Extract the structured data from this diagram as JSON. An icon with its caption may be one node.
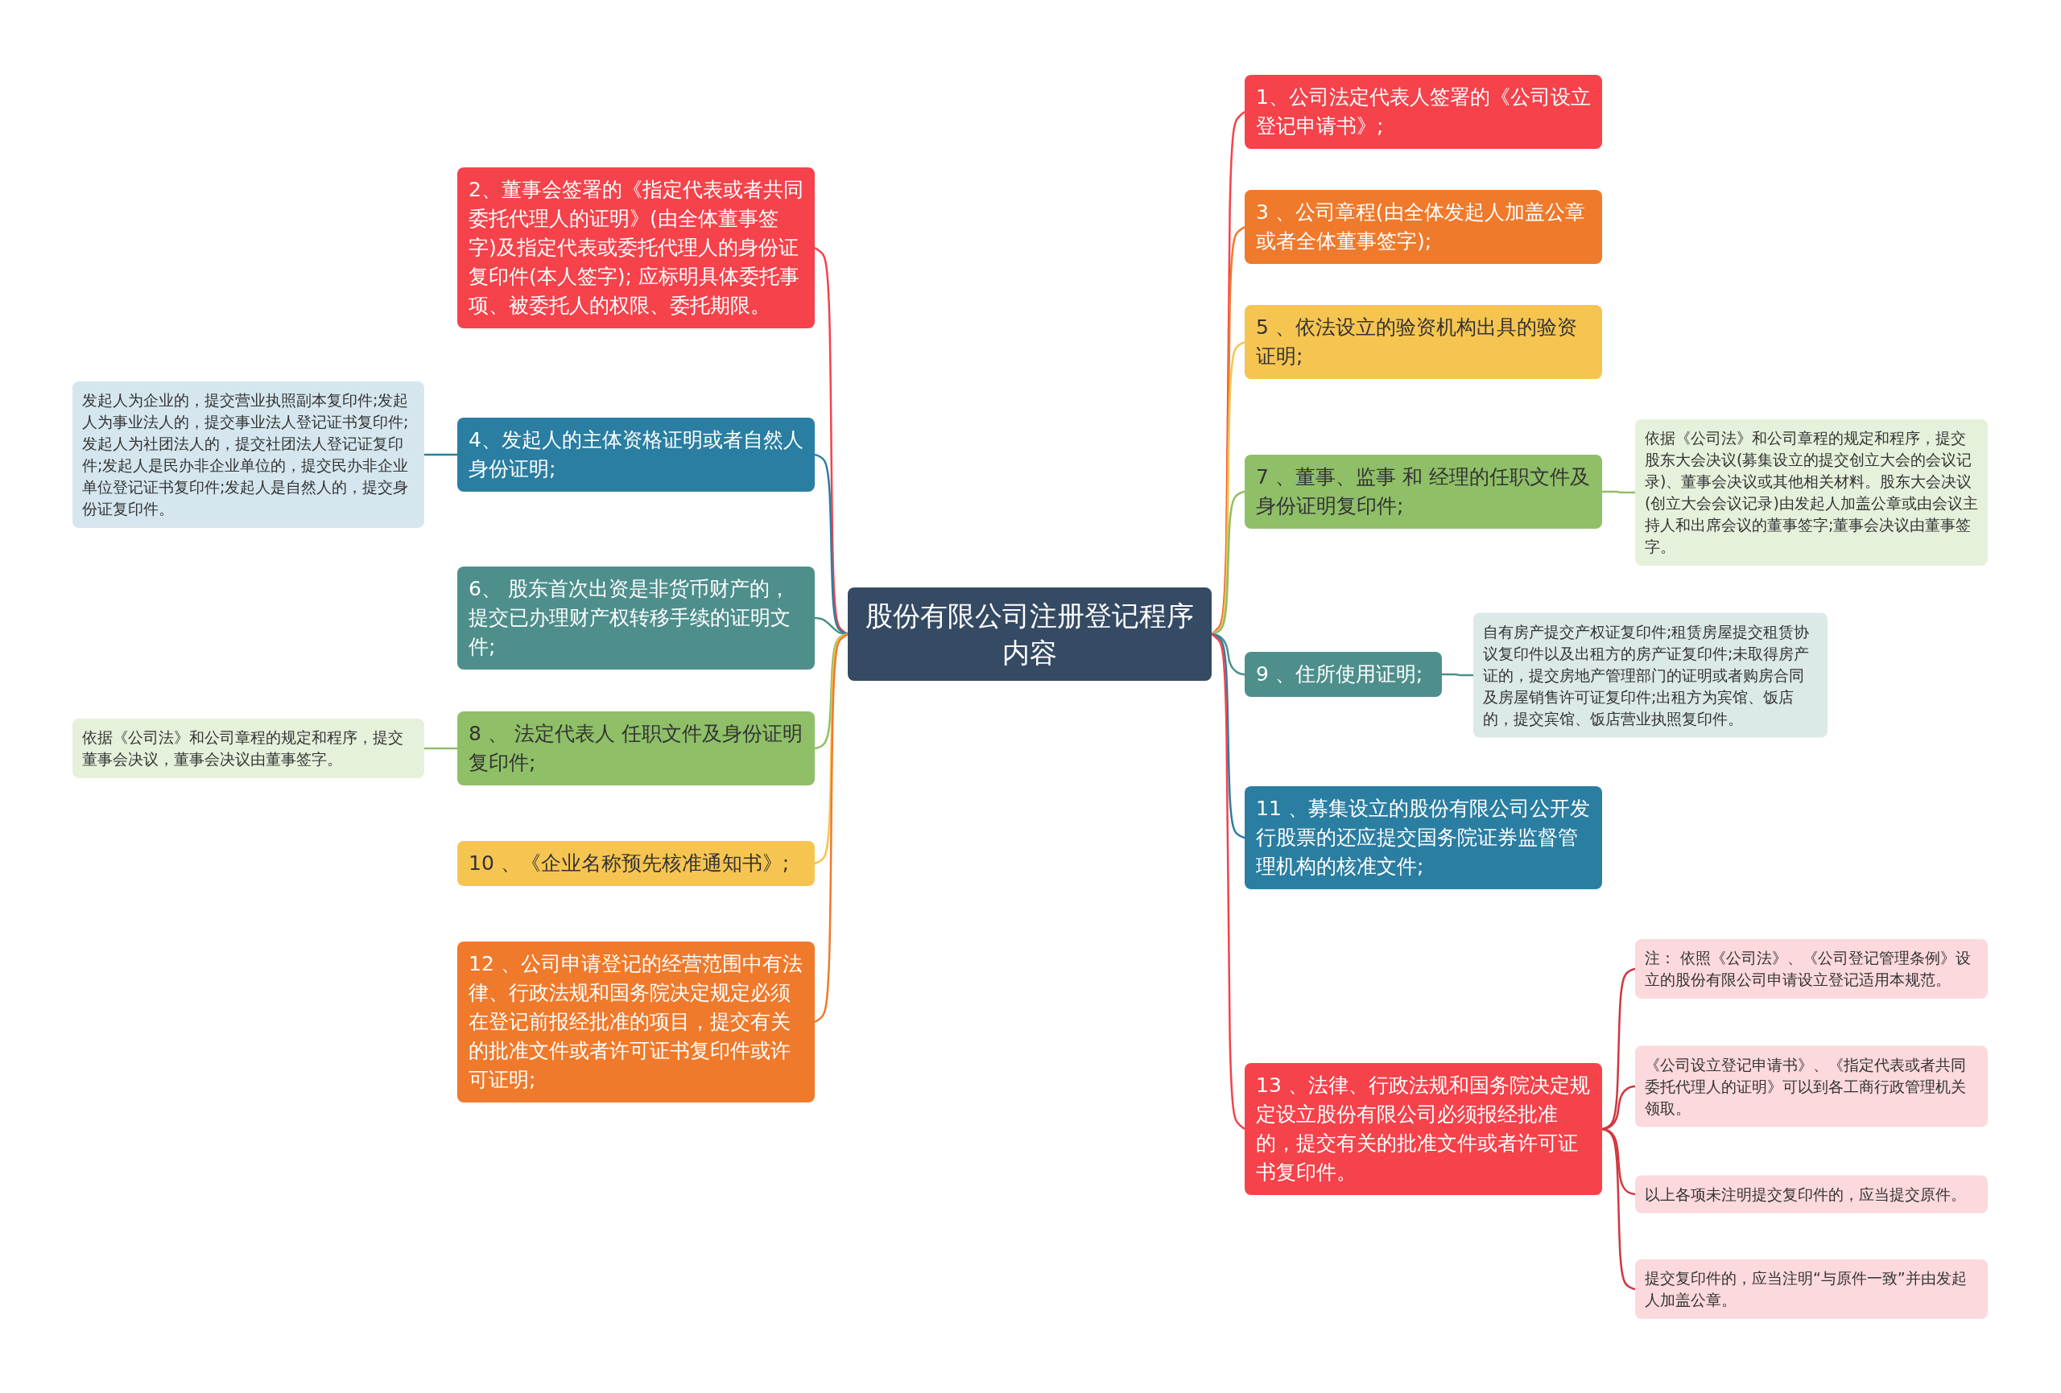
{
  "diagram": {
    "nodes": [
      {
        "text": [
          "股份有限公司注册登记程序内容"
        ]
      },
      {
        "text": [
          "1、公司法定代表人签署的《公司设立登记申请书》;"
        ]
      },
      {
        "text": [
          "2、董事会签署的《指定代表或者共同委托代理人的证明》(由全体董事签字)及指定代表或委托代理人的身份证复印件(本人签字); 应标明具体委托事项、被委托人的权限、委托期限。"
        ]
      },
      {
        "text": [
          "3 、公司章程(由全体发起人加盖公章或者全体董事签字);"
        ]
      },
      {
        "text": [
          "4、发起人的主体资格证明或者自然人身份证明;"
        ]
      },
      {
        "text": [
          "5 、依法设立的验资机构出具的验资证明;"
        ]
      },
      {
        "text": [
          "6、 股东首次出资是非货币财产的，提交已办理财产权转移手续的证明文件;"
        ]
      },
      {
        "text": [
          "7 、董事、监事 和 经理的任职文件及身份证明复印件;"
        ]
      },
      {
        "text": [
          "8 、 法定代表人 任职文件及身份证明复印件;"
        ]
      },
      {
        "text": [
          "9 、住所使用证明;"
        ]
      },
      {
        "text": [
          "10 、《企业名称预先核准通知书》;"
        ]
      },
      {
        "text": [
          "11 、募集设立的股份有限公司公开发行股票的还应提交国务院证券监督管理机构的核准文件;"
        ]
      },
      {
        "text": [
          "12 、公司申请登记的经营范围中有法律、行政法规和国务院决定规定必须在登记前报经批准的项目，提交有关的批准文件或者许可证书复印件或许可证明;"
        ]
      },
      {
        "text": [
          "13 、法律、行政法规和国务院决定规定设立股份有限公司必须报经批准的，提交有关的批准文件或者许可证书复印件。"
        ]
      },
      {
        "text": [
          "发起人为企业的，提交营业执照副本复印件;发起人为事业法人的，提交事业法人登记证书复印件;发起人为社团法人的，提交社团法人登记证复印件;发起人是民办非企业单位的，提交民办非企业单位登记证书复印件;发起人是自然人的，提交身份证复印件。"
        ]
      },
      {
        "text": [
          "依据《公司法》和公司章程的规定和程序，提交股东大会决议(募集设立的提交创立大会的会议记录)、董事会决议或其他相关材料。股东大会决议(创立大会会议记录)由发起人加盖公章或由会议主持人和出席会议的董事签字;董事会决议由董事签字。"
        ]
      },
      {
        "text": [
          "依据《公司法》和公司章程的规定和程序，提交董事会决议，董事会决议由董事签字。"
        ]
      },
      {
        "text": [
          "自有房产提交产权证复印件;租赁房屋提交租赁协议复印件以及出租方的房产证复印件;未取得房产证的，提交房地产管理部门的证明或者购房合同及房屋销售许可证复印件;出租方为宾馆、饭店的，提交宾馆、饭店营业执照复印件。"
        ]
      },
      {
        "text": [
          "注： 依照《公司法》、《公司登记管理条例》设立的股份有限公司申请设立登记适用本规范。"
        ]
      },
      {
        "text": [
          "《公司设立登记申请书》、《指定代表或者共同委托代理人的证明》可以到各工商行政管理机关领取。"
        ]
      },
      {
        "text": [
          "以上各项未注明提交复印件的，应当提交原件。"
        ]
      },
      {
        "text": [
          "提交复印件的，应当注明“与原件一致”并由发起人加盖公章。"
        ]
      }
    ],
    "edges": [
      {
        "from": 0,
        "to": 1,
        "arrow": "none",
        "color": "#f5424b"
      },
      {
        "from": 0,
        "to": 2,
        "arrow": "none",
        "color": "#f5424b"
      },
      {
        "from": 0,
        "to": 3,
        "arrow": "none",
        "color": "#ef7a2c"
      },
      {
        "from": 0,
        "to": 4,
        "arrow": "none",
        "color": "#2a7ea1"
      },
      {
        "from": 0,
        "to": 5,
        "arrow": "none",
        "color": "#f6c551"
      },
      {
        "from": 0,
        "to": 6,
        "arrow": "none",
        "color": "#4e8f8c"
      },
      {
        "from": 0,
        "to": 7,
        "arrow": "none",
        "color": "#8fbf67"
      },
      {
        "from": 0,
        "to": 8,
        "arrow": "none",
        "color": "#8fbf67"
      },
      {
        "from": 0,
        "to": 9,
        "arrow": "none",
        "color": "#4e8f8c"
      },
      {
        "from": 0,
        "to": 10,
        "arrow": "none",
        "color": "#f6c551"
      },
      {
        "from": 0,
        "to": 11,
        "arrow": "none",
        "color": "#2a7ea1"
      },
      {
        "from": 0,
        "to": 12,
        "arrow": "none",
        "color": "#ef7a2c"
      },
      {
        "from": 0,
        "to": 13,
        "arrow": "none",
        "color": "#f5424b"
      },
      {
        "from": 4,
        "to": 14,
        "arrow": "none",
        "color": "#2a7ea1"
      },
      {
        "from": 7,
        "to": 15,
        "arrow": "none",
        "color": "#8fbf67"
      },
      {
        "from": 8,
        "to": 16,
        "arrow": "none",
        "color": "#8fbf67"
      },
      {
        "from": 9,
        "to": 17,
        "arrow": "none",
        "color": "#4e8f8c"
      },
      {
        "from": 13,
        "to": 18,
        "arrow": "none",
        "color": "#d0373f"
      },
      {
        "from": 13,
        "to": 19,
        "arrow": "none",
        "color": "#d0373f"
      },
      {
        "from": 13,
        "to": 20,
        "arrow": "none",
        "color": "#d0373f"
      },
      {
        "from": 13,
        "to": 21,
        "arrow": "none",
        "color": "#d0373f"
      }
    ]
  }
}
